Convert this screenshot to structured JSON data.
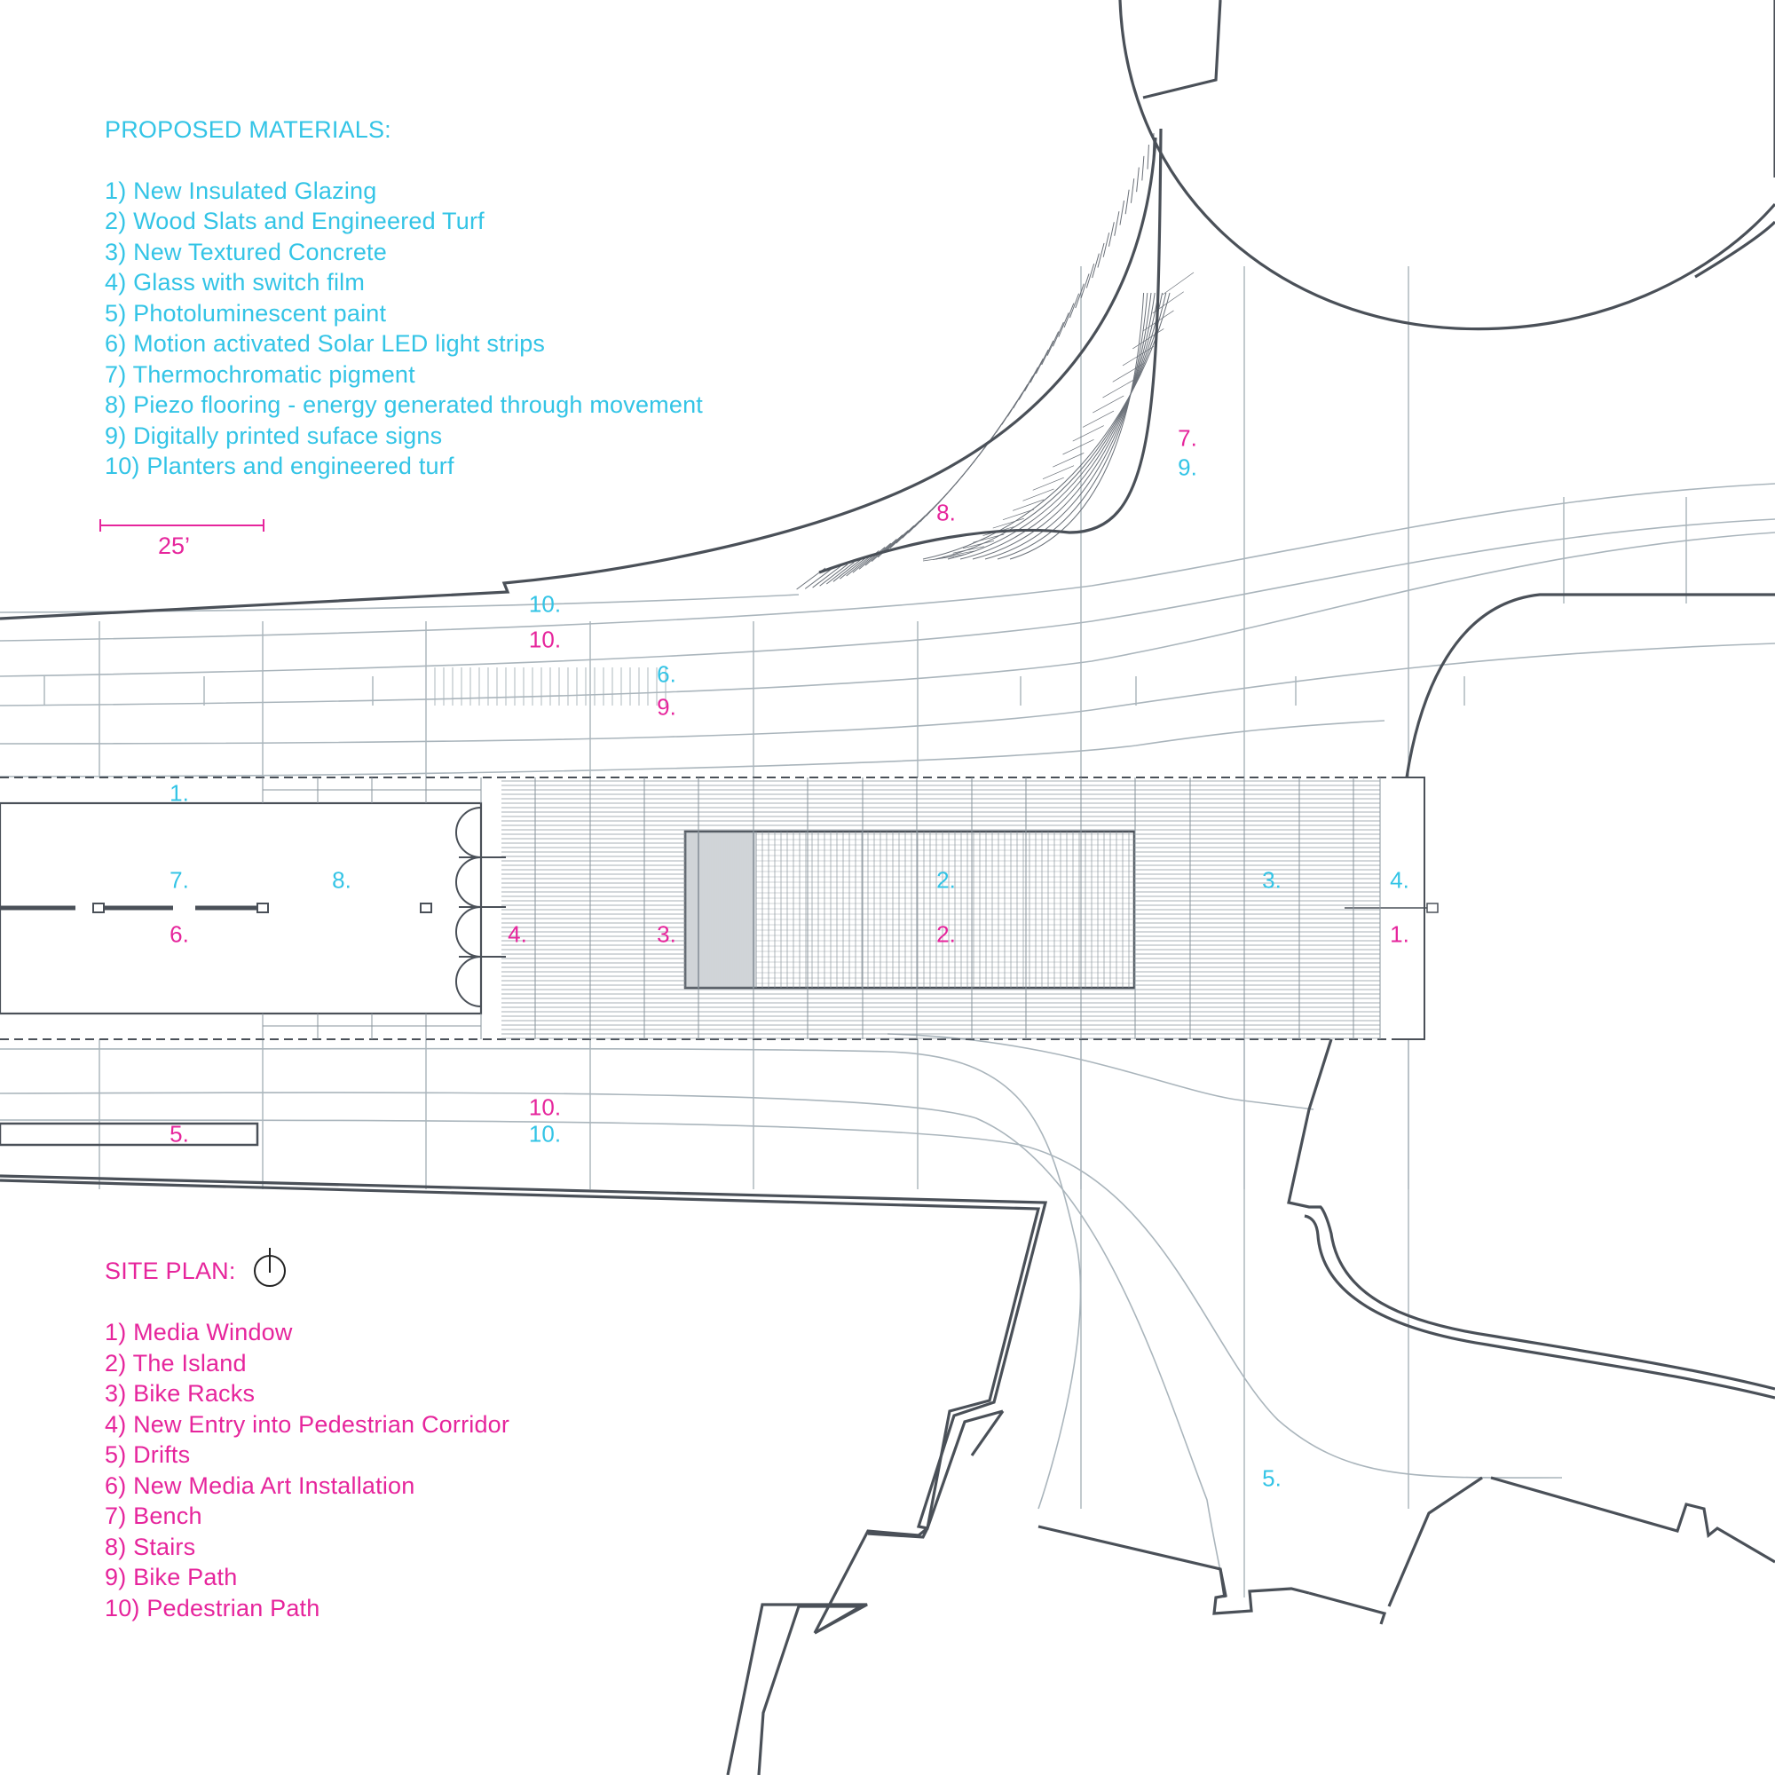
{
  "colors": {
    "magenta": "#e6259c",
    "cyan": "#33c4e6",
    "outline": "#4a5058",
    "grid": "#9aa6ae"
  },
  "materials": {
    "title": "PROPOSED MATERIALS:",
    "items": [
      "1) New Insulated Glazing",
      "2) Wood Slats and Engineered Turf",
      "3) New Textured Concrete",
      "4) Glass with switch film",
      "5) Photoluminescent paint",
      "6) Motion activated Solar LED light strips",
      "7) Thermochromatic pigment",
      "8) Piezo flooring - energy generated through movement",
      "9) Digitally printed suface signs",
      "10) Planters and engineered turf"
    ]
  },
  "scale_label": "25’",
  "site_plan": {
    "title": "SITE PLAN:",
    "north_icon": "north-arrow-icon",
    "items": [
      "1) Media Window",
      "2) The Island",
      "3) Bike Racks",
      "4) New Entry into Pedestrian Corridor",
      "5) Drifts",
      "6) New Media Art Installation",
      "7) Bench",
      "8) Stairs",
      "9) Bike Path",
      "10) Pedestrian Path"
    ]
  },
  "plan_tags": [
    {
      "text": "10.",
      "kind": "materials"
    },
    {
      "text": "10.",
      "kind": "site"
    },
    {
      "text": "6.",
      "kind": "materials"
    },
    {
      "text": "9.",
      "kind": "site"
    },
    {
      "text": "8.",
      "kind": "site"
    },
    {
      "text": "7.",
      "kind": "site"
    },
    {
      "text": "9.",
      "kind": "materials"
    },
    {
      "text": "1.",
      "kind": "materials"
    },
    {
      "text": "7.",
      "kind": "materials"
    },
    {
      "text": "6.",
      "kind": "site"
    },
    {
      "text": "8.",
      "kind": "materials"
    },
    {
      "text": "4.",
      "kind": "site"
    },
    {
      "text": "3.",
      "kind": "site"
    },
    {
      "text": "2.",
      "kind": "materials"
    },
    {
      "text": "2.",
      "kind": "site"
    },
    {
      "text": "3.",
      "kind": "materials"
    },
    {
      "text": "4.",
      "kind": "materials"
    },
    {
      "text": "1.",
      "kind": "site"
    },
    {
      "text": "10.",
      "kind": "site"
    },
    {
      "text": "10.",
      "kind": "materials"
    },
    {
      "text": "5.",
      "kind": "site"
    },
    {
      "text": "5.",
      "kind": "materials"
    }
  ]
}
